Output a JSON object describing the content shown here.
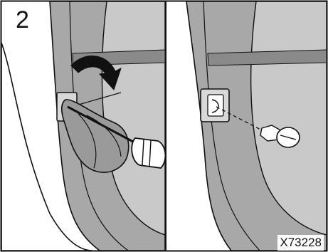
{
  "figure": {
    "step_number": "2",
    "figure_code": "X73228"
  },
  "panels": [
    {
      "name": "left-panel",
      "icons": [
        "door-panel",
        "screwdriver-icon",
        "hand-icon",
        "curved-arrow-icon",
        "cover-plate"
      ]
    },
    {
      "name": "right-panel",
      "icons": [
        "door-panel",
        "cover-plate",
        "removed-cap-icon",
        "dashed-leader-line"
      ]
    }
  ],
  "colors": {
    "outline": "#111111",
    "door_shade": "#a8a8a8",
    "door_dark": "#8a8a8a",
    "door_light": "#c9c9c9",
    "paper": "#ffffff"
  }
}
